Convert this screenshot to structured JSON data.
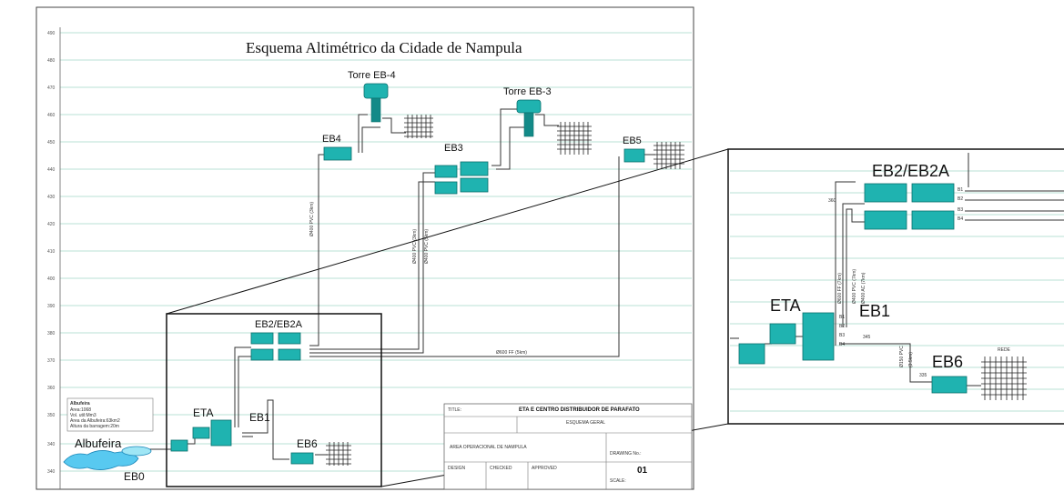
{
  "diagram": {
    "title": "Esquema Altimétrico da Cidade de Nampula",
    "y_axis_ticks": [
      "490",
      "480",
      "470",
      "460",
      "450",
      "440",
      "430",
      "420",
      "410",
      "400",
      "390",
      "380",
      "370",
      "360",
      "350",
      "340",
      "340"
    ],
    "stations": {
      "torre_eb4": "Torre EB-4",
      "torre_eb3": "Torre EB-3",
      "eb4": "EB4",
      "eb3": "EB3",
      "eb5": "EB5",
      "eb2_eb2a": "EB2/EB2A",
      "eta": "ETA",
      "eb1": "EB1",
      "eb6": "EB6",
      "albufeira": "Albufeira",
      "eb0": "EB0"
    },
    "pipes": {
      "main_bottom": "Ø600 FF (5km)",
      "to_eb4": "Ø400 PVC (3km)",
      "to_eb3_a": "Ø400 PVC (3km)",
      "to_eb3_b": "Ø400 PVC (5km)"
    },
    "info_box": {
      "title": "Albufeira",
      "lines": [
        "Area:1068",
        "Vol. util:Mm3",
        "Area da Albufeira:63km2",
        "Altura da barragem:20m"
      ]
    },
    "title_block": {
      "title_label": "TITLE:",
      "project": "ETA E CENTRO DISTRIBUIDOR DE PARAFATO",
      "subtitle": "ESQUEMA GERAL",
      "area": "AREA OPERACIONAL DE NAMPULA",
      "drawing_no_label": "DRAWING No.:",
      "drawing_no": "01",
      "scale_label": "SCALE:",
      "design_label": "DESIGN",
      "checked_label": "CHECKED",
      "approved_label": "APPROVED"
    },
    "zoom": {
      "eb2_eb2a": "EB2/EB2A",
      "eta": "ETA",
      "eb1": "EB1",
      "eb6": "EB6",
      "rede": "REDE",
      "level_360": "360",
      "level_345": "345",
      "level_335": "335",
      "pipe_ff": "Ø600 FF (7km)",
      "pipe_pvc": "Ø400 PVC (7km)",
      "pipe_ac": "Ø400 AC (7km)",
      "pipe_eb6": "Ø150 PVC",
      "pipe_eb6_len": "(3.5km)",
      "out_b1": "B1",
      "out_b2": "B2",
      "out_b3": "B3",
      "out_b4": "B4"
    }
  }
}
